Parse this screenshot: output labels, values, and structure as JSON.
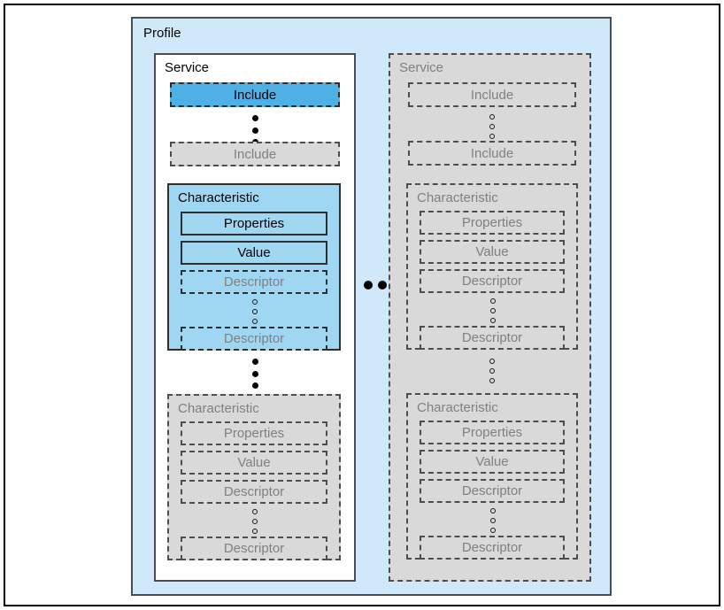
{
  "diagram": {
    "title": "Profile",
    "outer_frame": true,
    "colors": {
      "profile_background": "#cfe8fa",
      "highlight_blue": "#4fb0e5",
      "characteristic_blue": "#9fd6f2",
      "ghost_grey": "#d9d9d9",
      "ghost_text": "#808080",
      "active_text": "#000000",
      "border_dark": "#2e2e2e",
      "border_grey": "#4d4d4d",
      "page_border": "#000000",
      "canvas": "#ffffff"
    },
    "ellipsis": {
      "horizontal_between_services": [
        "dot",
        "dot",
        "dot"
      ],
      "vertical_filled": [
        "dot",
        "dot",
        "dot"
      ],
      "vertical_hollow": [
        "circle",
        "circle",
        "circle"
      ]
    },
    "columns": [
      {
        "name": "active-service",
        "state": "active",
        "label": "Service",
        "includes": [
          {
            "label": "Include",
            "state": "highlighted"
          },
          {
            "label": "Include",
            "state": "ghost"
          }
        ],
        "characteristics": [
          {
            "label": "Characteristic",
            "state": "active",
            "properties_label": "Properties",
            "properties_state": "active",
            "value_label": "Value",
            "value_state": "active",
            "descriptors": [
              {
                "label": "Descriptor",
                "state": "ghost-on-blue"
              },
              {
                "label": "Descriptor",
                "state": "ghost-on-blue"
              }
            ]
          },
          {
            "label": "Characteristic",
            "state": "ghost",
            "properties_label": "Properties",
            "properties_state": "ghost",
            "value_label": "Value",
            "value_state": "ghost",
            "descriptors": [
              {
                "label": "Descriptor",
                "state": "ghost"
              },
              {
                "label": "Descriptor",
                "state": "ghost"
              }
            ]
          }
        ]
      },
      {
        "name": "ghost-service",
        "state": "ghost",
        "label": "Service",
        "includes": [
          {
            "label": "Include",
            "state": "ghost"
          },
          {
            "label": "Include",
            "state": "ghost"
          }
        ],
        "characteristics": [
          {
            "label": "Characteristic",
            "state": "ghost",
            "properties_label": "Properties",
            "properties_state": "ghost",
            "value_label": "Value",
            "value_state": "ghost",
            "descriptors": [
              {
                "label": "Descriptor",
                "state": "ghost"
              },
              {
                "label": "Descriptor",
                "state": "ghost"
              }
            ]
          },
          {
            "label": "Characteristic",
            "state": "ghost",
            "properties_label": "Properties",
            "properties_state": "ghost",
            "value_label": "Value",
            "value_state": "ghost",
            "descriptors": [
              {
                "label": "Descriptor",
                "state": "ghost"
              },
              {
                "label": "Descriptor",
                "state": "ghost"
              }
            ]
          }
        ]
      }
    ]
  }
}
